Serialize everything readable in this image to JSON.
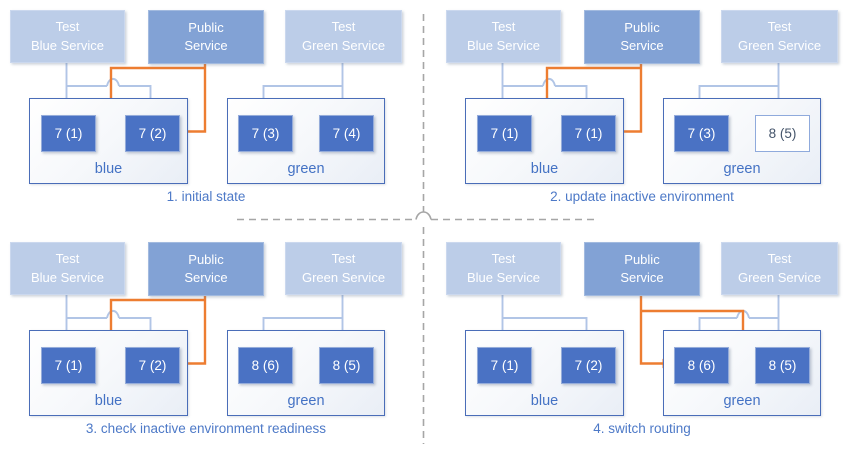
{
  "diagram": {
    "description": "blue-green deployment routing diagram",
    "services": {
      "test_blue": {
        "line1": "Test",
        "line2": "Blue Service"
      },
      "public": {
        "line1": "Public",
        "line2": "Service"
      },
      "test_green": {
        "line1": "Test",
        "line2": "Green Service"
      }
    },
    "panels": [
      {
        "title": "1. initial state",
        "public_routes_to": "blue",
        "blue_env": {
          "label": "blue",
          "versions": [
            {
              "label": "7 (1)",
              "state": "active"
            },
            {
              "label": "7 (2)",
              "state": "active"
            }
          ]
        },
        "green_env": {
          "label": "green",
          "versions": [
            {
              "label": "7 (3)",
              "state": "active"
            },
            {
              "label": "7 (4)",
              "state": "active"
            }
          ]
        }
      },
      {
        "title": "2. update inactive environment",
        "public_routes_to": "blue",
        "blue_env": {
          "label": "blue",
          "versions": [
            {
              "label": "7 (1)",
              "state": "active"
            },
            {
              "label": "7 (1)",
              "state": "active"
            }
          ]
        },
        "green_env": {
          "label": "green",
          "versions": [
            {
              "label": "7 (3)",
              "state": "active"
            },
            {
              "label": "8 (5)",
              "state": "updating"
            }
          ]
        }
      },
      {
        "title": "3. check inactive environment readiness",
        "public_routes_to": "blue",
        "blue_env": {
          "label": "blue",
          "versions": [
            {
              "label": "7 (1)",
              "state": "active"
            },
            {
              "label": "7 (2)",
              "state": "active"
            }
          ]
        },
        "green_env": {
          "label": "green",
          "versions": [
            {
              "label": "8 (6)",
              "state": "active"
            },
            {
              "label": "8 (5)",
              "state": "active"
            }
          ]
        }
      },
      {
        "title": "4. switch routing",
        "public_routes_to": "green",
        "blue_env": {
          "label": "blue",
          "versions": [
            {
              "label": "7 (1)",
              "state": "active"
            },
            {
              "label": "7 (2)",
              "state": "active"
            }
          ]
        },
        "green_env": {
          "label": "green",
          "versions": [
            {
              "label": "8 (6)",
              "state": "active"
            },
            {
              "label": "8 (5)",
              "state": "active"
            }
          ]
        }
      }
    ],
    "colors": {
      "accent_blue": "#4472c4",
      "light_blue_box": "#bccde8",
      "medium_blue_box": "#82a2d5",
      "version_box_blue": "#4a72c4",
      "wire_light_blue": "#b1c5e6",
      "routing_orange": "#ed7d31",
      "divider_gray": "#a6a6a6",
      "inactive_text": "#44546a"
    }
  }
}
